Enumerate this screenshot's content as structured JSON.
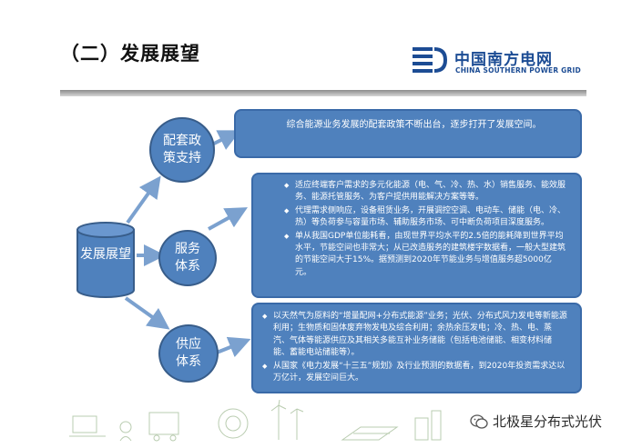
{
  "slide": {
    "title": "（二）发展展望"
  },
  "logo": {
    "name_cn": "中国南方电网",
    "name_en": "CHINA SOUTHERN POWER GRID"
  },
  "diagram": {
    "root": "发展展望",
    "nodes": [
      {
        "label": "配套政策支持"
      },
      {
        "label": "服务体系"
      },
      {
        "label": "供应体系"
      }
    ],
    "policy_text": "综合能源业务发展的配套政策不断出台，逐步打开了发展空间。",
    "service_bullets": [
      "适应终端客户需求的多元化能源（电、气、冷、热、水）销售服务、能效服务、能源托管服务、为客户提供用能解决方案等等。",
      "代理需求侧响应，设备租赁业务，开展调控空调、电动车、储能（电、冷、热）等负荷参与容量市场、辅助服务市场、可中断负荷项目深度服务。",
      "单从我国GDP单位能耗看，由现世界平均水平的2.5倍的能耗降到世界平均水平，节能空间也非常大；从已改造服务的建筑楼宇数据看，一般大型建筑的节能空间大于15%。据预测到2020年节能业务与增值服务超5000亿元。"
    ],
    "supply_bullets": [
      "以天然气为原料的“增量配网+分布式能源”业务；光伏、分布式风力发电等新能源利用；生物质和固体废弃物发电及综合利用；余热余压发电；冷、热、电、蒸汽、气体等能源供应及其相关多能互补业务储能（包括电池储能、相变材料储能、蓄能电站储能等）。",
      "从国家《电力发展“十三五”规划》及行业预测的数据看，到2020年投资需求达以万亿计，发展空间巨大。"
    ]
  },
  "watermark": {
    "text": "北极星分布式光伏"
  },
  "colors": {
    "node_fill": "#4f81bd",
    "node_border": "#385d8a",
    "arrow": "#7ba1cf",
    "logo_blue": "#1c4c94"
  }
}
